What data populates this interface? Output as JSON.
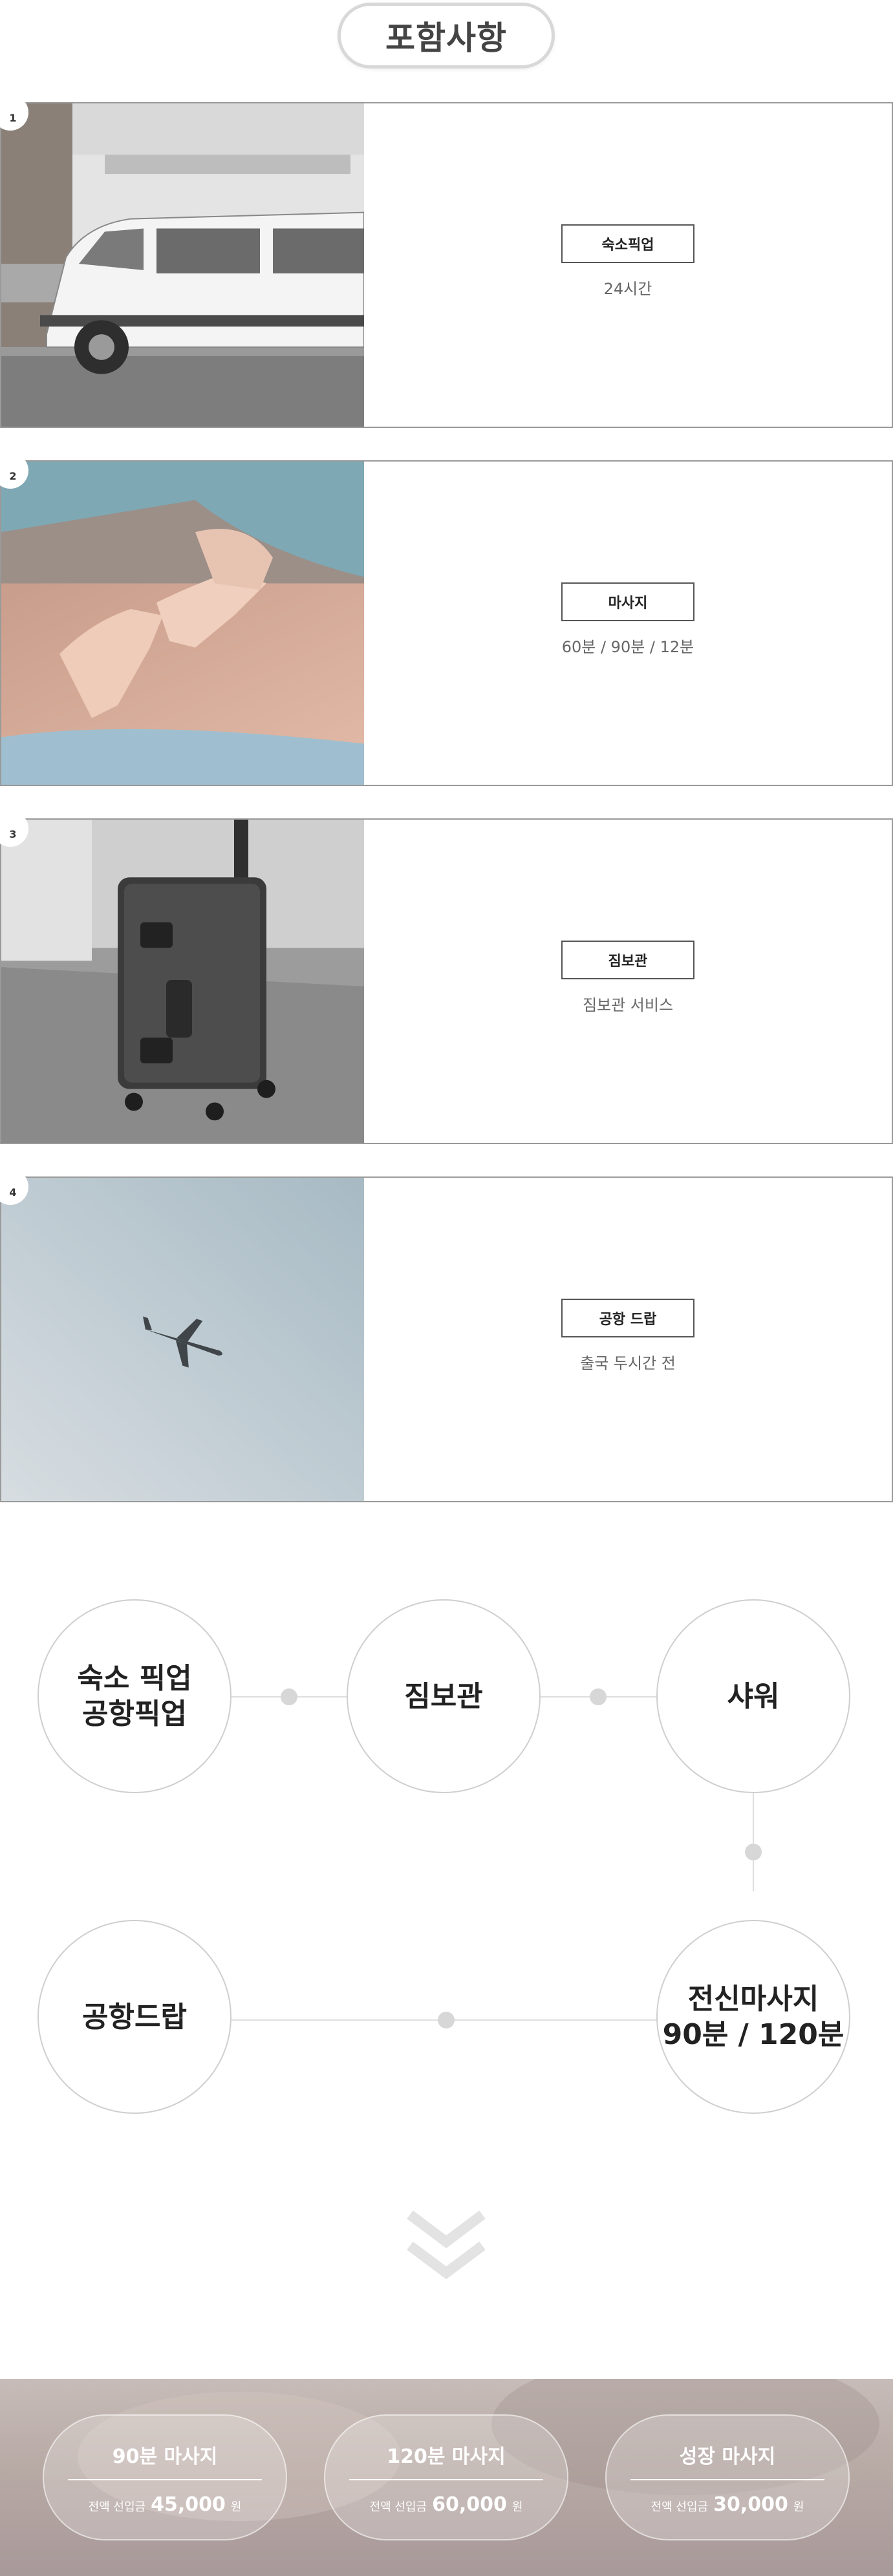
{
  "header": {
    "title": "포함사항"
  },
  "services": [
    {
      "number": "1",
      "label": "숙소픽업",
      "detail": "24시간",
      "image": "van-photo"
    },
    {
      "number": "2",
      "label": "마사지",
      "detail": "60분 / 90분 / 12분",
      "image": "massage-photo"
    },
    {
      "number": "3",
      "label": "짐보관",
      "detail": "짐보관 서비스",
      "image": "suitcase-photo"
    },
    {
      "number": "4",
      "label": "공항 드랍",
      "detail": "출국 두시간 전",
      "image": "airplane-photo"
    }
  ],
  "flow": {
    "steps": [
      {
        "line1": "숙소 픽업",
        "line2": "공항픽업"
      },
      {
        "line1": "짐보관",
        "line2": ""
      },
      {
        "line1": "샤워",
        "line2": ""
      },
      {
        "line1": "전신마사지",
        "line2": "90분 / 120분"
      },
      {
        "line1": "공항드랍",
        "line2": ""
      }
    ]
  },
  "scroll_hint": {
    "icon": "double-chevron-down-icon"
  },
  "pricing": {
    "items": [
      {
        "name": "90분 마사지",
        "prefix": "전액 선입금",
        "amount": "45,000",
        "unit": "원"
      },
      {
        "name": "120분 마사지",
        "prefix": "전액 선입금",
        "amount": "60,000",
        "unit": "원"
      },
      {
        "name": "성장 마사지",
        "prefix": "전액 선입금",
        "amount": "30,000",
        "unit": "원"
      }
    ]
  },
  "colors": {
    "border": "#9a9a9a",
    "circle_border": "#cfcfcf",
    "pricing_bg": "#b6a8a3"
  }
}
